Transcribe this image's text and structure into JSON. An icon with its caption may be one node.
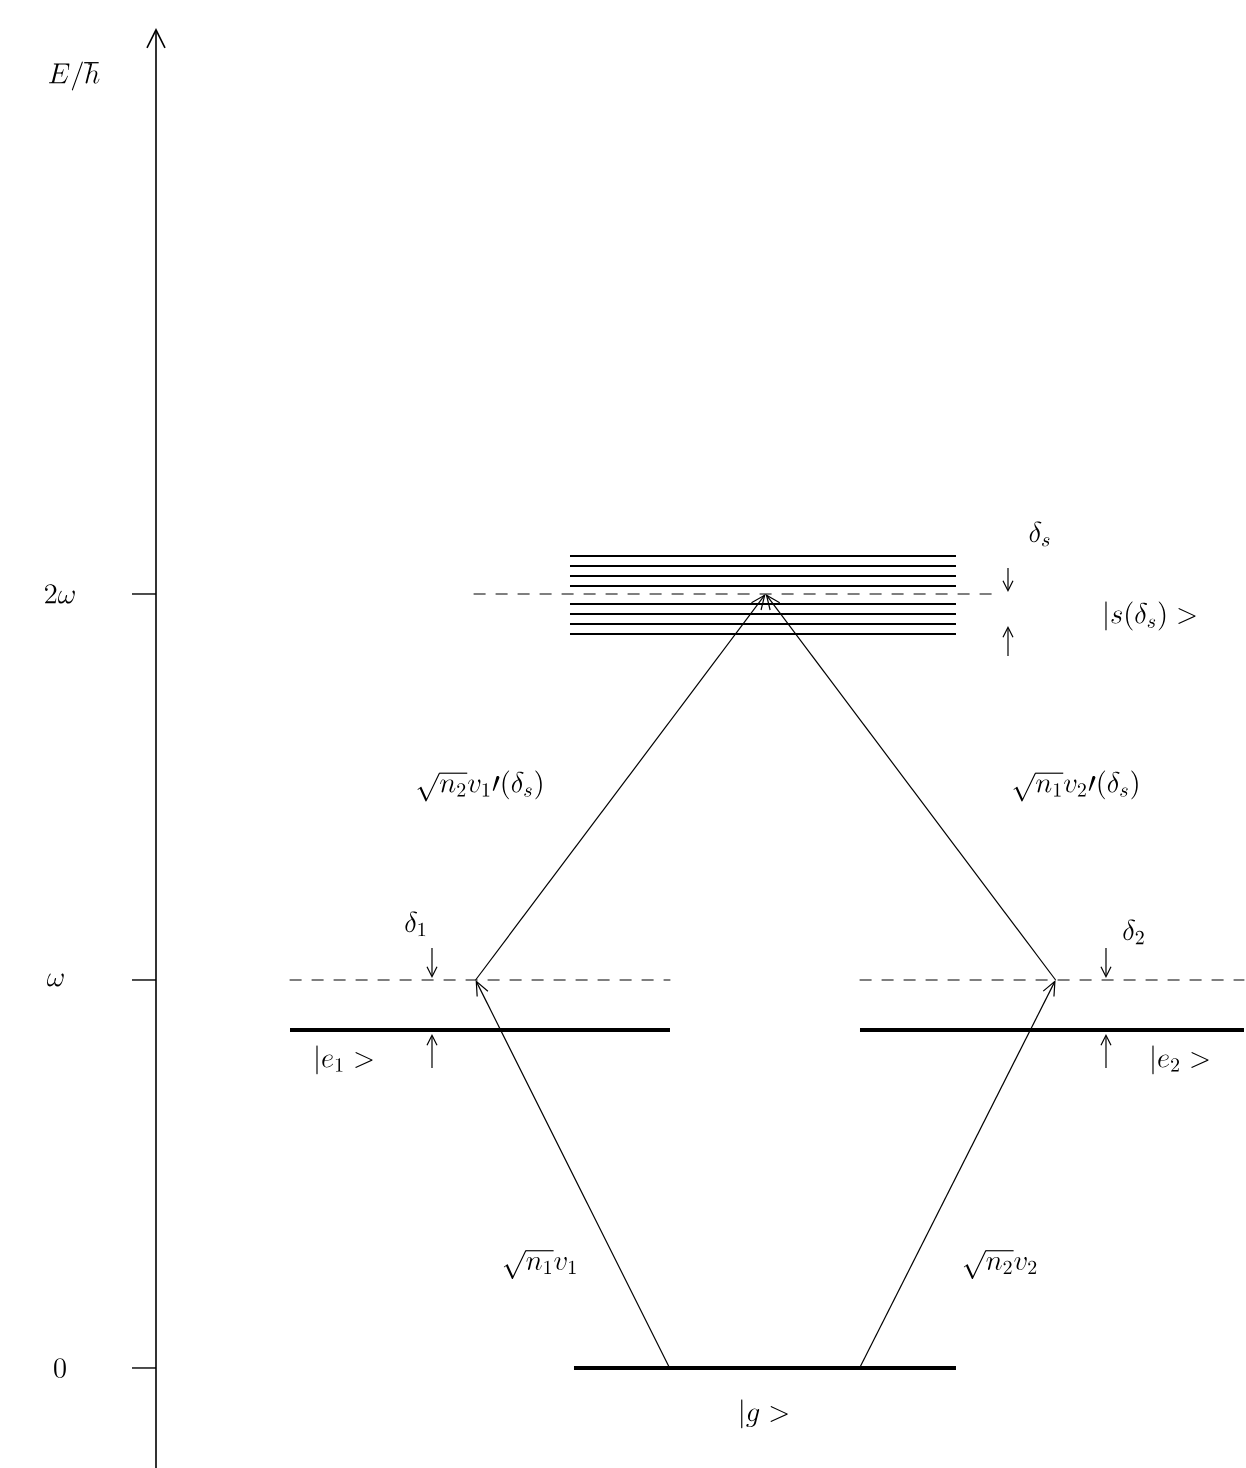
{
  "diagram": {
    "nodes": [
      {
        "text": [],
        "shape": "bar",
        "beside": [
          "|g >"
        ]
      },
      {
        "text": [],
        "shape": "bar",
        "beside": [
          "|e_1 >"
        ]
      },
      {
        "text": [],
        "shape": "bar",
        "beside": [
          "|e_2 >"
        ]
      },
      {
        "text": [],
        "shape": "bar"
      },
      {
        "text": [],
        "shape": "bar"
      },
      {
        "text": [],
        "shape": "bar"
      }
    ],
    "edges": [
      {
        "from": 0,
        "to": 3,
        "arrow": "to",
        "label": "\\sqrt{n_1}v_1"
      },
      {
        "from": 0,
        "to": 4,
        "arrow": "to",
        "label": "\\sqrt{n_2}v_2"
      },
      {
        "from": 3,
        "to": 5,
        "arrow": "to",
        "label": "\\sqrt{n_2}v_1\\prime(\\delta_s)"
      },
      {
        "from": 4,
        "to": 5,
        "arrow": "to",
        "label": "\\sqrt{n_1}v_2\\prime(\\delta_s)"
      }
    ],
    "labels": [
      "E/\\hbar",
      "\\delta_s",
      "2\\omega",
      "|s(\\delta_s) >",
      "\\delta_1",
      "\\delta_2",
      "\\omega",
      "0"
    ]
  }
}
